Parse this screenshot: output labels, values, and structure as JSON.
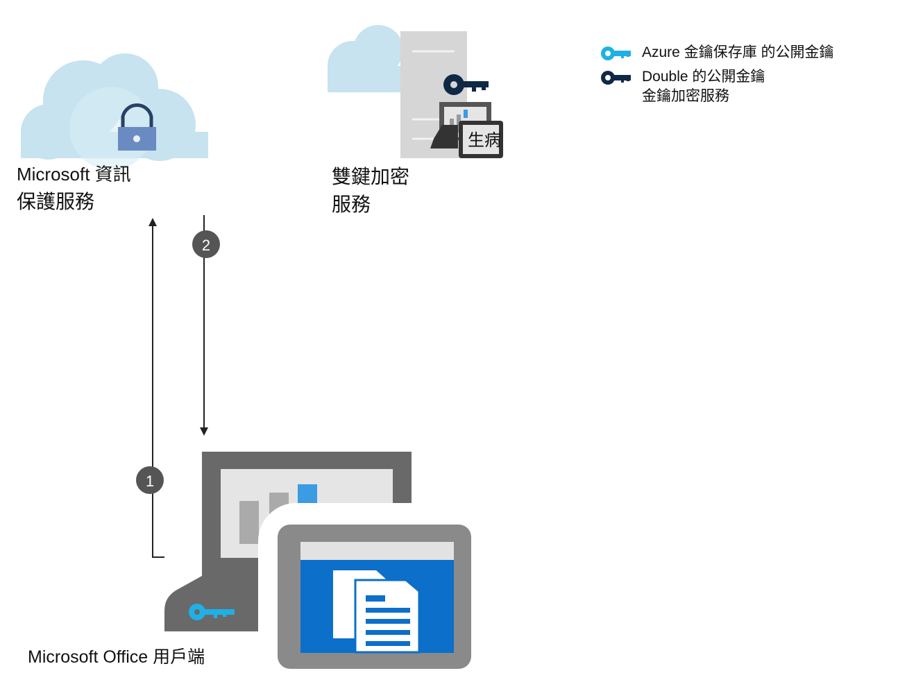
{
  "colors": {
    "cloud": "#c6e3ef",
    "lock": "#6a8ac2",
    "server": "#d6d6d6",
    "dark_key": "#0f2846",
    "azure_key": "#1fb0e6",
    "device": "#696969",
    "screen": "#e5e5e5",
    "doc_blue": "#0c6fc9",
    "step_badge": "#555555"
  },
  "nodes": {
    "mip": {
      "label_line1": "Microsoft 資訊",
      "label_line2": "保護服務",
      "icon": "cloud-lock-icon"
    },
    "dke": {
      "label_line1": "雙鍵加密",
      "label_line2": "服務",
      "icon": "server-key-icon",
      "badge": "生病"
    },
    "client": {
      "label": "Microsoft Office 用戶端",
      "icon": "device-document-icon"
    }
  },
  "legend": [
    {
      "icon": "azure-key-icon",
      "text": "Azure 金鑰保存庫 的公開金鑰"
    },
    {
      "icon": "dark-key-icon",
      "text": "Double 的公開金鑰",
      "text2": "金鑰加密服務"
    }
  ],
  "steps": [
    {
      "number": "1"
    },
    {
      "number": "2"
    }
  ]
}
